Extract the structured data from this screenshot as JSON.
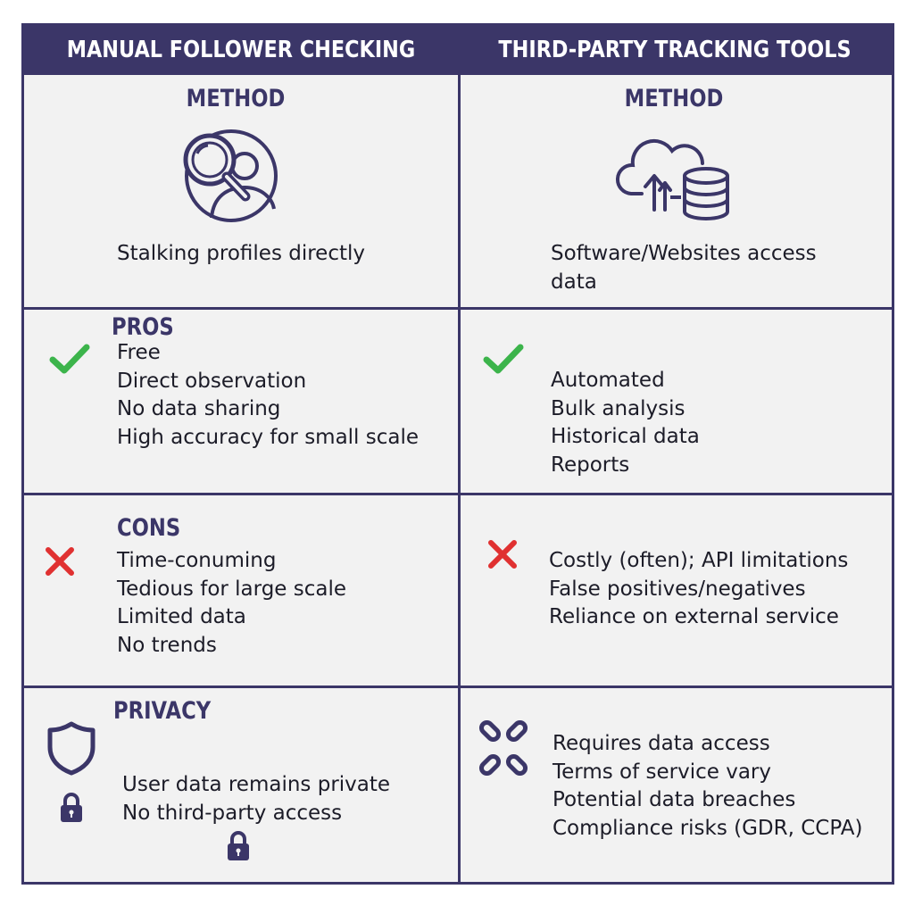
{
  "header": {
    "left_title": "MANUAL FOLLOWER CHECKING",
    "right_title": "THIRD-PARTY TRACKING TOOLS"
  },
  "method": {
    "left_label": "METHOD",
    "right_label": "METHOD",
    "left_text": "Stalking profiles directly",
    "right_text_line1": "Software/Websites access",
    "right_text_line2": "data",
    "left_icon": "magnifier-user-icon",
    "right_icon": "cloud-upload-database-icon"
  },
  "pros": {
    "label": "PROS",
    "left_items": [
      "Free",
      "Direct observation",
      "No data sharing",
      "High accuracy for small scale"
    ],
    "right_items": [
      "Automated",
      "Bulk analysis",
      "Historical data",
      "Reports"
    ],
    "icon": "checkmark-icon",
    "icon_color": "#3cb44b"
  },
  "cons": {
    "label": "CONS",
    "left_items": [
      "Time-conuming",
      "Tedious for large scale",
      "Limited data",
      "No trends"
    ],
    "right_items": [
      "Costly (often); API limitations",
      "False positives/negatives",
      "Reliance on external service"
    ],
    "icon": "cross-icon",
    "icon_color": "#e03131"
  },
  "privacy": {
    "label": "PRIVACY",
    "left_items": [
      "User data remains private",
      "No third-party access"
    ],
    "right_items": [
      "Requires data access",
      "Terms of service vary",
      "Potential data breaches",
      "Compliance risks (GDR, CCPA)"
    ],
    "left_icons": [
      "shield-icon",
      "padlock-icon"
    ],
    "right_icon": "broken-chain-icon"
  },
  "colors": {
    "accent": "#3b3668",
    "background": "#f2f2f2",
    "check": "#3cb44b",
    "cross": "#e03131"
  }
}
